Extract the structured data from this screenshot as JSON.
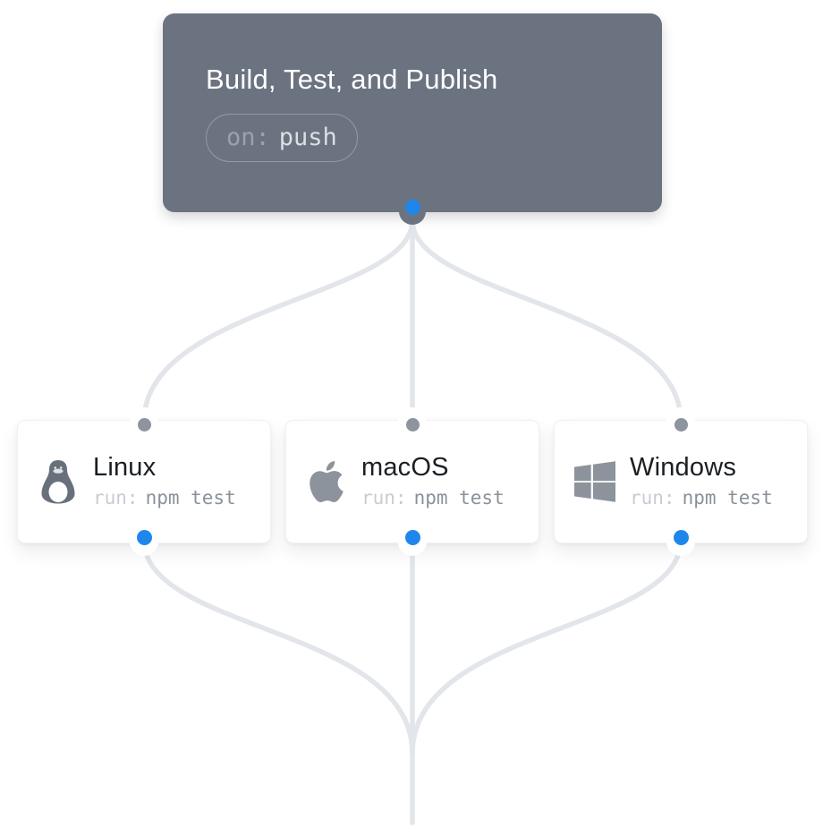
{
  "workflow": {
    "title": "Build, Test, and Publish",
    "trigger": {
      "key": "on:",
      "value": "push"
    }
  },
  "jobs": [
    {
      "id": "linux",
      "icon": "linux-tux-icon",
      "name": "Linux",
      "run_key": "run:",
      "run_value": "npm test"
    },
    {
      "id": "macos",
      "icon": "apple-icon",
      "name": "macOS",
      "run_key": "run:",
      "run_value": "npm test"
    },
    {
      "id": "windows",
      "icon": "windows-icon",
      "name": "Windows",
      "run_key": "run:",
      "run_value": "npm test"
    }
  ],
  "colors": {
    "workflow_card_bg": "#6b7380",
    "accent_blue": "#1f87ec",
    "connector_gray": "#e2e5ea",
    "input_port_gray": "#8d949e",
    "icon_gray": "#8c939c",
    "workflow_title_text": "#ffffff",
    "trigger_key_text": "#9aa2ab",
    "trigger_value_text": "#dcdfe3",
    "job_name_text": "#1b1f23",
    "run_key_text": "#c8ccd2",
    "run_value_text": "#8a919b"
  }
}
